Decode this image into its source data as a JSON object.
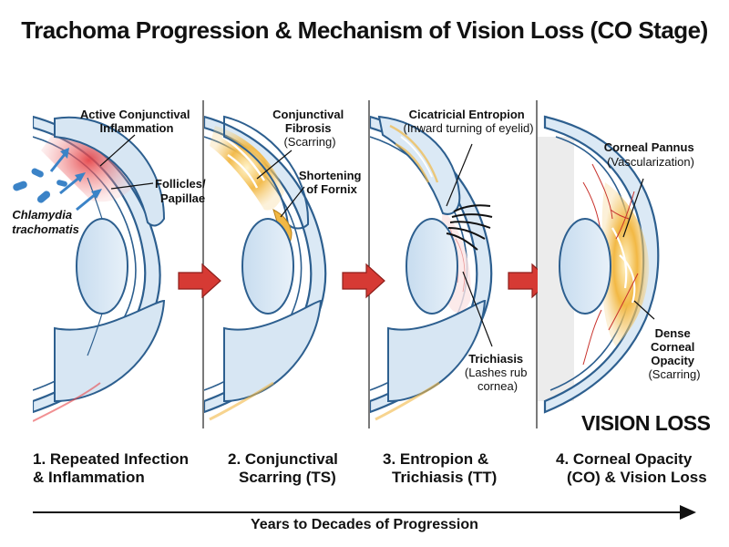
{
  "title": "Trachoma Progression & Mechanism of Vision Loss (CO Stage)",
  "panel1": {
    "label_inflammation": [
      "Active Conjunctival",
      "Inflammation"
    ],
    "label_follicles": [
      "Follicles/",
      "Papillae"
    ],
    "label_pathogen": [
      "Chlamydia",
      "trachomatis"
    ],
    "stage": [
      "1. Repeated Infection",
      "& Inflammation"
    ]
  },
  "panel2": {
    "label_fibrosis": [
      "Conjunctival",
      "Fibrosis",
      "(Scarring)"
    ],
    "label_fornix": [
      "Shortening",
      "of Fornix"
    ],
    "stage": [
      "2. Conjunctival",
      "Scarring (TS)"
    ]
  },
  "panel3": {
    "label_entropion": [
      "Cicatricial Entropion",
      "(Inward turning of eyelid)"
    ],
    "label_trichiasis": [
      "Trichiasis",
      "(Lashes rub",
      "cornea)"
    ],
    "stage": [
      "3. Entropion &",
      "Trichiasis (TT)"
    ]
  },
  "panel4": {
    "label_pannus": [
      "Corneal Pannus",
      "(Vascularization)"
    ],
    "label_opacity": [
      "Dense",
      "Corneal",
      "Opacity",
      "(Scarring)"
    ],
    "vision_loss": "VISION LOSS",
    "stage": [
      "4. Corneal Opacity",
      "(CO) & Vision Loss"
    ]
  },
  "timeline": "Years to Decades of Progression",
  "colors": {
    "eye_outline": "#2d5f8f",
    "eye_fill": "#dbe9f5",
    "inflammation": "#e8464a",
    "scar": "#f0b443",
    "arrow": "#d63a34"
  }
}
